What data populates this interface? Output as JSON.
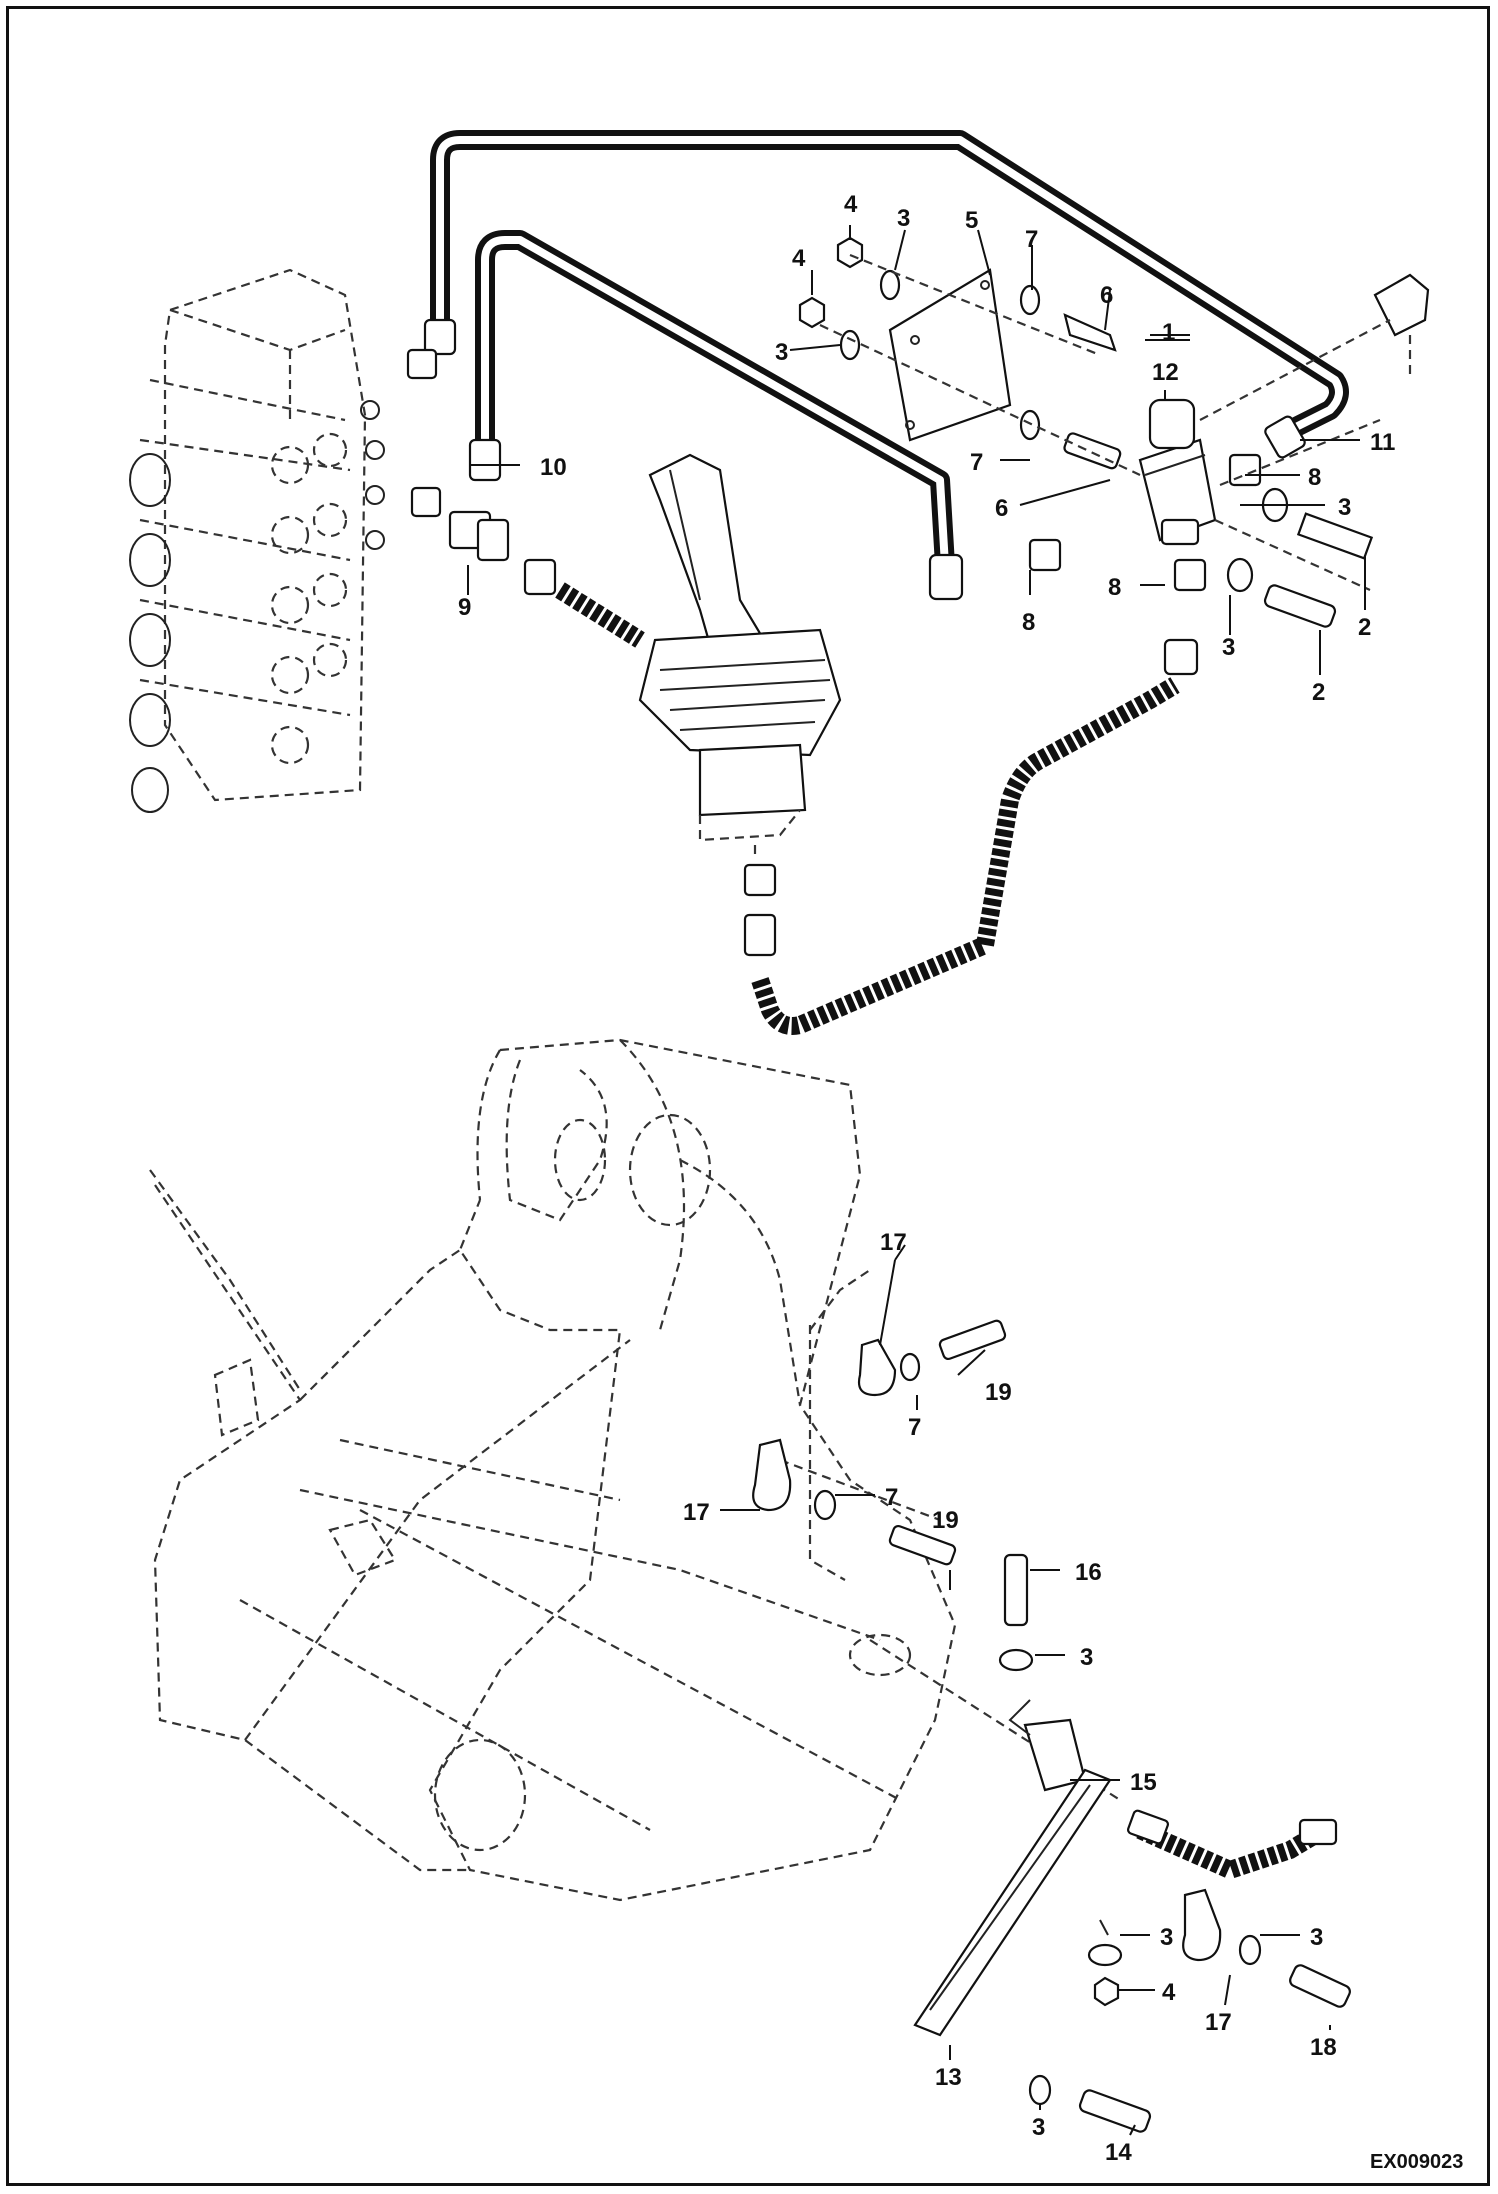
{
  "diagram_code": "EX009023",
  "callouts": {
    "c1": "1",
    "c2": "2",
    "c3": "3",
    "c4": "4",
    "c5": "5",
    "c6": "6",
    "c7": "7",
    "c8": "8",
    "c9": "9",
    "c10": "10",
    "c11": "11",
    "c12": "12",
    "c13": "13",
    "c14": "14",
    "c15": "15",
    "c16": "16",
    "c17": "17",
    "c18": "18",
    "c19": "19"
  }
}
